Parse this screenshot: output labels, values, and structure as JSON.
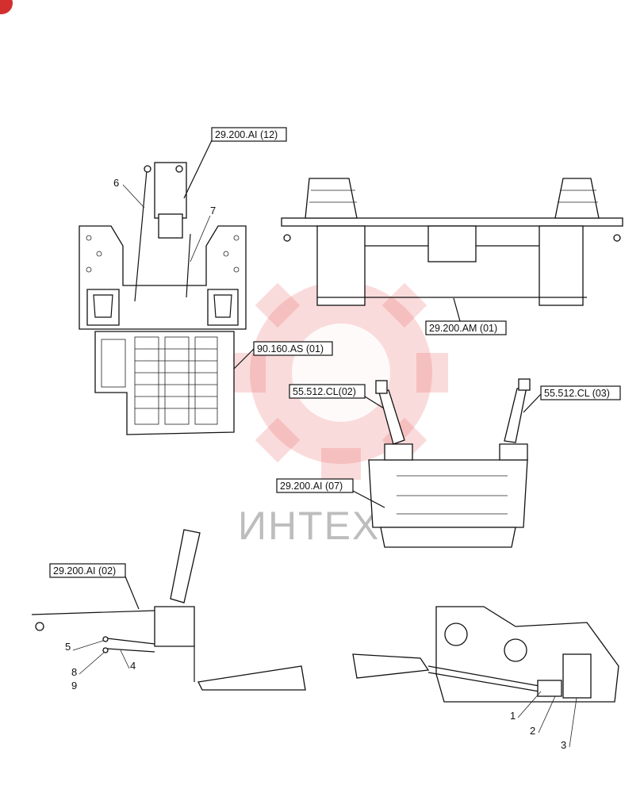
{
  "watermark": {
    "text": "ИНТЕХ",
    "color": "#e85a5a"
  },
  "callouts": [
    "29.200.AI (12)",
    "29.200.AM (01)",
    "90.160.AS (01)",
    "55.512.CL(02)",
    "55.512.CL (03)",
    "29.200.AI (07)",
    "29.200.AI (02)"
  ],
  "item_numbers": [
    "6",
    "7",
    "5",
    "8",
    "9",
    "4",
    "1",
    "2",
    "3"
  ]
}
